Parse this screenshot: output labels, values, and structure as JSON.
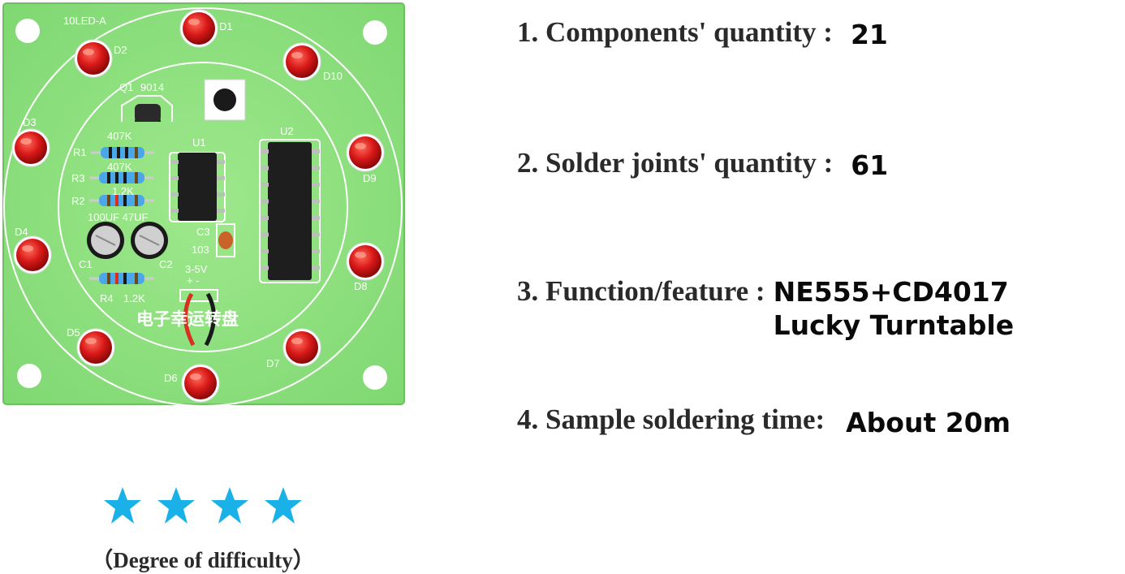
{
  "board": {
    "board_label": "10LED-A",
    "leds": [
      {
        "label": "D1"
      },
      {
        "label": "D2"
      },
      {
        "label": "D3"
      },
      {
        "label": "D4"
      },
      {
        "label": "D5"
      },
      {
        "label": "D6"
      },
      {
        "label": "D7"
      },
      {
        "label": "D8"
      },
      {
        "label": "D9"
      },
      {
        "label": "D10"
      }
    ],
    "transistor_label": "Q1",
    "transistor_part": "9014",
    "resistors": [
      {
        "ref": "R1",
        "value": "407K"
      },
      {
        "ref": "R3",
        "value": "407K"
      },
      {
        "ref": "R2",
        "value": "1.2K"
      },
      {
        "ref": "R4",
        "value": "1.2K"
      }
    ],
    "capacitor_values": "100UF 47UF",
    "c1_label": "C1",
    "c2_label": "C2",
    "c3_label": "C3",
    "c3_value": "103",
    "u1_label": "U1",
    "u2_label": "U2",
    "voltage_label": "3-5V",
    "polarity": "+ -",
    "chinese_title": "电子幸运转盘",
    "colors": {
      "pcb": "#8fe080",
      "led": "#d81818",
      "silkscreen": "#ffffff"
    }
  },
  "specs": [
    {
      "label": "1. Components' quantity :",
      "value": "21"
    },
    {
      "label": "2. Solder joints' quantity :",
      "value": "61"
    },
    {
      "label": "3. Function/feature :",
      "value": "NE555+CD4017 Lucky Turntable"
    },
    {
      "label": "4. Sample soldering time:",
      "value": "About 20m"
    }
  ],
  "difficulty": {
    "stars": 4,
    "caption": "（Degree of difficulty）",
    "star_color": "#1ab0e8"
  }
}
